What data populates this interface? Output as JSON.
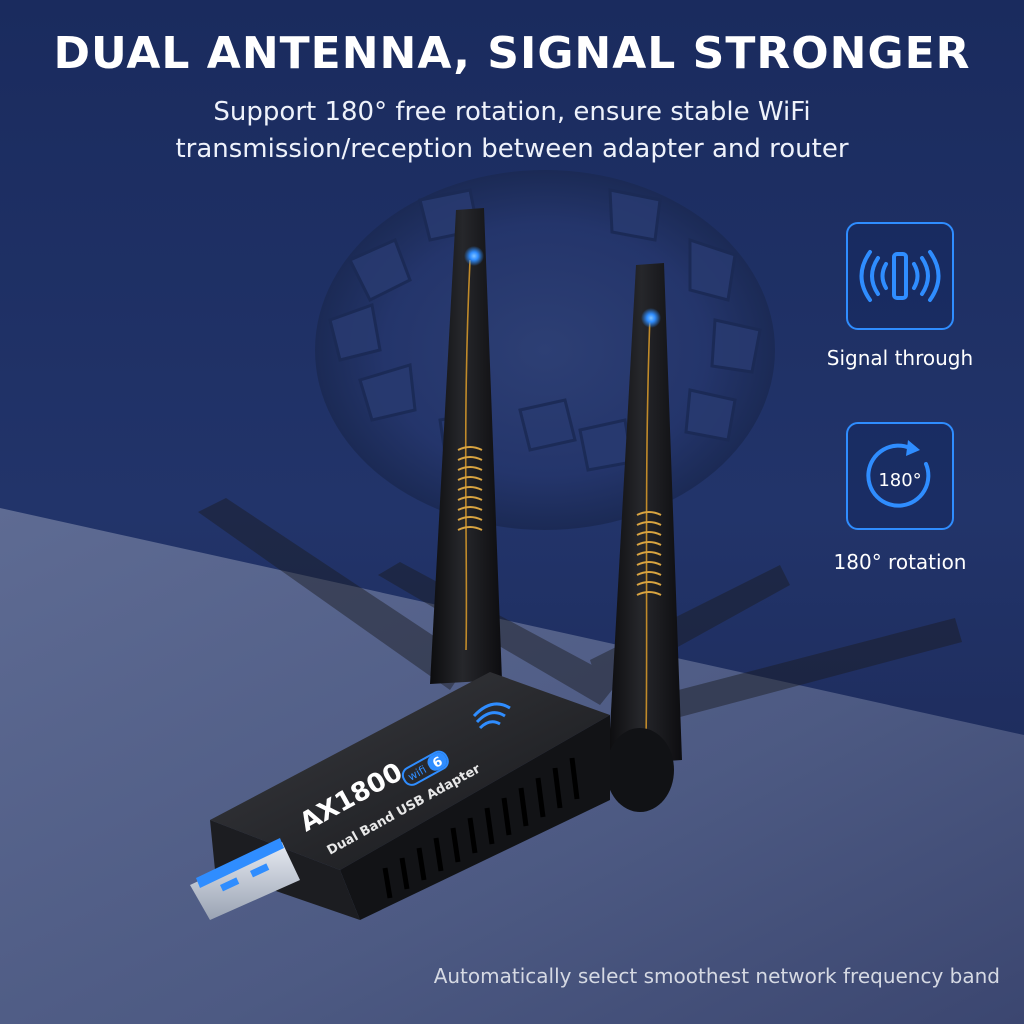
{
  "header": {
    "title": "DUAL ANTENNA, SIGNAL STRONGER",
    "subtitle_line1": "Support 180° free rotation, ensure stable WiFi",
    "subtitle_line2": "transmission/reception between adapter and router"
  },
  "features": [
    {
      "icon": "signal-through-icon",
      "label": "Signal through"
    },
    {
      "icon": "rotation-180-icon",
      "label": "180° rotation",
      "icon_text": "180°"
    }
  ],
  "product": {
    "model": "AX1800",
    "description": "Dual Band USB Adapter",
    "badge_number": "6"
  },
  "footer": {
    "note": "Automatically select smoothest network frequency band"
  },
  "colors": {
    "accent": "#2f8dff",
    "background": "#1b2a55",
    "floor": "#5a6790"
  }
}
